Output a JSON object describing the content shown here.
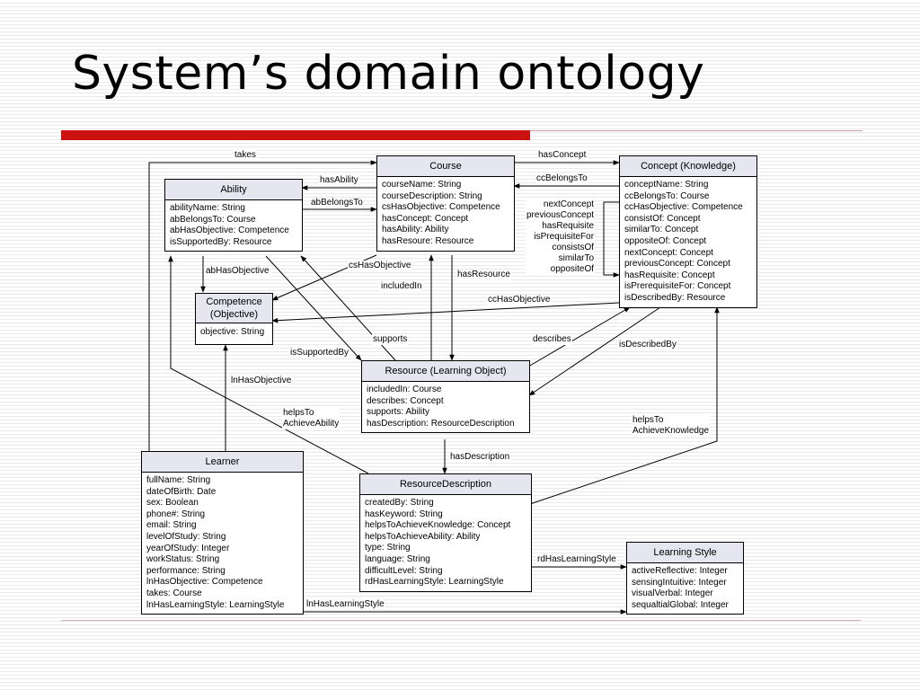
{
  "slide": {
    "title": "System’s domain ontology"
  },
  "classes": {
    "course": {
      "name": "Course",
      "attributes": [
        "courseName: String",
        "courseDescription: String",
        "csHasObjective: Competence",
        "hasConcept: Concept",
        "hasAbility: Ability",
        "hasResoure: Resource"
      ]
    },
    "concept": {
      "name": "Concept (Knowledge)",
      "attributes": [
        "conceptName: String",
        "ccBelongsTo: Course",
        "ccHasObjective: Competence",
        "consistOf: Concept",
        "similarTo: Concept",
        "oppositeOf: Concept",
        "nextConcept: Concept",
        "previousConcept: Concept",
        "hasRequisite: Concept",
        "isPrerequisiteFor: Concept",
        "isDescribedBy: Resource"
      ]
    },
    "ability": {
      "name": "Ability",
      "attributes": [
        "abilityName: String",
        "abBelongsTo: Course",
        "abHasObjective: Competence",
        "isSupportedBy: Resource"
      ]
    },
    "competence": {
      "name_line1": "Competence",
      "name_line2": "(Objective)",
      "attributes": [
        "objective: String"
      ]
    },
    "resource": {
      "name": "Resource (Learning Object)",
      "attributes": [
        "includedIn: Course",
        "describes: Concept",
        "supports: Ability",
        "hasDescription: ResourceDescription"
      ]
    },
    "learner": {
      "name": "Learner",
      "attributes": [
        "fullName: String",
        "dateOfBirth: Date",
        "sex: Boolean",
        "phone#: String",
        "email: String",
        "levelOfStudy: String",
        "yearOfStudy: Integer",
        "workStatus: String",
        "performance: String",
        "lnHasObjective: Competence",
        "takes: Course",
        "lnHasLearningStyle: LearningStyle"
      ]
    },
    "resource_description": {
      "name": "ResourceDescription",
      "attributes": [
        "createdBy: String",
        "hasKeyword: String",
        "helpsToAchieveKnowledge: Concept",
        "helpsToAchieveAbility: Ability",
        "type: String",
        "language: String",
        "difficultLevel: String",
        "rdHasLearningStyle: LearningStyle"
      ]
    },
    "learning_style": {
      "name": "Learning Style",
      "attributes": [
        "activeReflective: Integer",
        "sensingIntuitive: Integer",
        "visualVerbal: Integer",
        "sequaltialGlobal: Integer"
      ]
    }
  },
  "relations": {
    "takes": "takes",
    "has_concept": "hasConcept",
    "cc_belongs_to": "ccBelongsTo",
    "has_ability": "hasAbility",
    "ab_belongs_to": "abBelongsTo",
    "concept_self_relations": "nextConcept\npreviousConcept\nhasRequisite\nisPrequisiteFor\nconsistsOf\nsimilarTo\noppositeOf",
    "ab_has_objective": "abHasObjective",
    "cs_has_objective": "csHasObjective",
    "included_in": "includedIn",
    "has_resource": "hasResource",
    "cc_has_objective": "ccHasObjective",
    "supports": "supports",
    "describes": "describes",
    "is_described_by": "isDescribedBy",
    "is_supported_by": "isSupportedBy",
    "ln_has_objective": "lnHasObjective",
    "helps_to_achieve_ability": "helpsTo\nAchieveAbility",
    "helps_to_achieve_knowledge": "helpsTo\nAchieveKnowledge",
    "has_description": "hasDescription",
    "rd_has_learning_style": "rdHasLearningStyle",
    "ln_has_learning_style": "lnHasLearningStyle"
  },
  "colors": {
    "accent_red": "#cc1111",
    "class_header": "#e5e6f0"
  }
}
